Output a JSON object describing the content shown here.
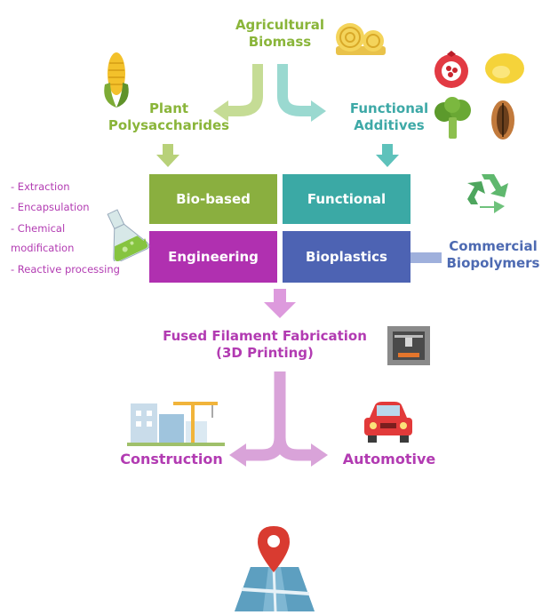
{
  "top": {
    "line1": "Agricultural",
    "line2": "Biomass"
  },
  "left_branch": {
    "line1": "Plant",
    "line2": "Polysaccharides"
  },
  "right_branch": {
    "line1": "Functional",
    "line2": "Additives"
  },
  "boxes": {
    "biobased": {
      "label": "Bio-based",
      "color": "#8aaf3f"
    },
    "functional": {
      "label": "Functional",
      "color": "#3ba9a5"
    },
    "engineering": {
      "label": "Engineering",
      "color": "#b030b0"
    },
    "bioplastics": {
      "label": "Bioplastics",
      "color": "#4d63b3"
    }
  },
  "methods": [
    "- Extraction",
    "- Encapsulation",
    "- Chemical",
    "modification",
    "- Reactive processing"
  ],
  "commercial": {
    "line1": "Commercial",
    "line2": "Biopolymers"
  },
  "fff": {
    "line1": "Fused Filament Fabrication",
    "line2": "(3D Printing)"
  },
  "outputs": {
    "left": "Construction",
    "right": "Automotive"
  },
  "icons": [
    "hay-bale-icon",
    "corn-icon",
    "pomegranate-icon",
    "lemon-icon",
    "broccoli-icon",
    "seed-icon",
    "flask-icon",
    "recycle-icon",
    "3d-printer-icon",
    "buildings-crane-icon",
    "car-icon",
    "map-pin-icon"
  ]
}
